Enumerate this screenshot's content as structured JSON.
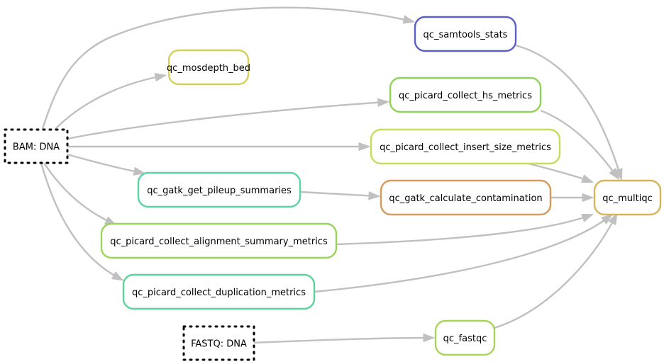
{
  "diagram": {
    "nodes": [
      {
        "id": "bam_dna",
        "label": "BAM: DNA",
        "style": "dotted",
        "color": "#000000"
      },
      {
        "id": "fastq_dna",
        "label": "FASTQ: DNA",
        "style": "dotted",
        "color": "#000000"
      },
      {
        "id": "qc_samtools_stats",
        "label": "qc_samtools_stats",
        "style": "rounded",
        "color": "#5a60c8"
      },
      {
        "id": "qc_mosdepth_bed",
        "label": "qc_mosdepth_bed",
        "style": "rounded",
        "color": "#d6cf5a"
      },
      {
        "id": "qc_picard_collect_hs_metrics",
        "label": "qc_picard_collect_hs_metrics",
        "style": "rounded",
        "color": "#8fd45a"
      },
      {
        "id": "qc_picard_collect_insert_size_metrics",
        "label": "qc_picard_collect_insert_size_metrics",
        "style": "rounded",
        "color": "#c6dd5a"
      },
      {
        "id": "qc_gatk_get_pileup_summaries",
        "label": "qc_gatk_get_pileup_summaries",
        "style": "rounded",
        "color": "#5ad4a3"
      },
      {
        "id": "qc_gatk_calculate_contamination",
        "label": "qc_gatk_calculate_contamination",
        "style": "rounded",
        "color": "#d69a5a"
      },
      {
        "id": "qc_multiqc",
        "label": "qc_multiqc",
        "style": "rounded",
        "color": "#d6b45a"
      },
      {
        "id": "qc_picard_collect_alignment_summary_metrics",
        "label": "qc_picard_collect_alignment_summary_metrics",
        "style": "rounded",
        "color": "#9ad45a"
      },
      {
        "id": "qc_picard_collect_duplication_metrics",
        "label": "qc_picard_collect_duplication_metrics",
        "style": "rounded",
        "color": "#5ad49a"
      },
      {
        "id": "qc_fastqc",
        "label": "qc_fastqc",
        "style": "rounded",
        "color": "#a8d45a"
      }
    ],
    "edges": [
      {
        "from": "bam_dna",
        "to": "qc_samtools_stats"
      },
      {
        "from": "bam_dna",
        "to": "qc_mosdepth_bed"
      },
      {
        "from": "bam_dna",
        "to": "qc_picard_collect_hs_metrics"
      },
      {
        "from": "bam_dna",
        "to": "qc_picard_collect_insert_size_metrics"
      },
      {
        "from": "bam_dna",
        "to": "qc_gatk_get_pileup_summaries"
      },
      {
        "from": "bam_dna",
        "to": "qc_picard_collect_alignment_summary_metrics"
      },
      {
        "from": "bam_dna",
        "to": "qc_picard_collect_duplication_metrics"
      },
      {
        "from": "qc_gatk_get_pileup_summaries",
        "to": "qc_gatk_calculate_contamination"
      },
      {
        "from": "qc_samtools_stats",
        "to": "qc_multiqc"
      },
      {
        "from": "qc_picard_collect_hs_metrics",
        "to": "qc_multiqc"
      },
      {
        "from": "qc_picard_collect_insert_size_metrics",
        "to": "qc_multiqc"
      },
      {
        "from": "qc_gatk_calculate_contamination",
        "to": "qc_multiqc"
      },
      {
        "from": "qc_picard_collect_alignment_summary_metrics",
        "to": "qc_multiqc"
      },
      {
        "from": "qc_picard_collect_duplication_metrics",
        "to": "qc_multiqc"
      },
      {
        "from": "fastq_dna",
        "to": "qc_fastqc"
      },
      {
        "from": "qc_fastqc",
        "to": "qc_multiqc"
      }
    ]
  }
}
